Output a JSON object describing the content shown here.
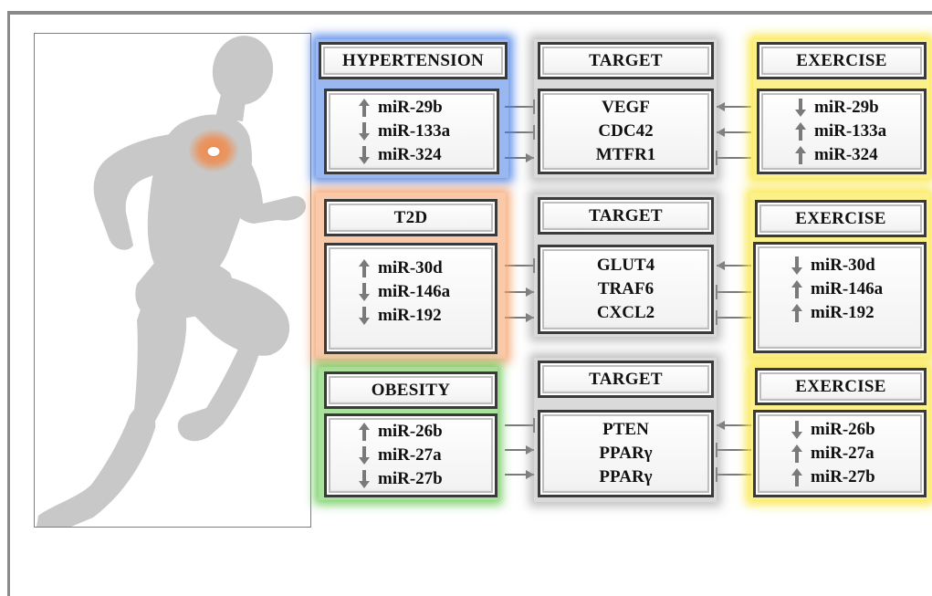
{
  "headers": {
    "hypertension": "HYPERTENSION",
    "t2d": "T2D",
    "obesity": "OBESITY",
    "target": "TARGET",
    "exercise": "EXERCISE"
  },
  "rows": [
    {
      "disease": [
        {
          "mir": "miR-29b",
          "dir": "up"
        },
        {
          "mir": "miR-133a",
          "dir": "down"
        },
        {
          "mir": "miR-324",
          "dir": "down"
        }
      ],
      "targets": [
        "VEGF",
        "CDC42",
        "MTFR1"
      ],
      "exercise": [
        {
          "mir": "miR-29b",
          "dir": "down"
        },
        {
          "mir": "miR-133a",
          "dir": "up"
        },
        {
          "mir": "miR-324",
          "dir": "up"
        }
      ],
      "left_links": [
        "inhibit",
        "inhibit",
        "activate"
      ],
      "right_links": [
        "activate",
        "activate",
        "inhibit"
      ]
    },
    {
      "disease": [
        {
          "mir": "miR-30d",
          "dir": "up"
        },
        {
          "mir": "miR-146a",
          "dir": "down"
        },
        {
          "mir": "miR-192",
          "dir": "down"
        }
      ],
      "targets": [
        "GLUT4",
        "TRAF6",
        "CXCL2"
      ],
      "exercise": [
        {
          "mir": "miR-30d",
          "dir": "down"
        },
        {
          "mir": "miR-146a",
          "dir": "up"
        },
        {
          "mir": "miR-192",
          "dir": "up"
        }
      ],
      "left_links": [
        "inhibit",
        "activate",
        "activate"
      ],
      "right_links": [
        "activate",
        "inhibit",
        "inhibit"
      ]
    },
    {
      "disease": [
        {
          "mir": "miR-26b",
          "dir": "up"
        },
        {
          "mir": "miR-27a",
          "dir": "down"
        },
        {
          "mir": "miR-27b",
          "dir": "down"
        }
      ],
      "targets": [
        "PTEN",
        "PPARγ",
        "PPARγ"
      ],
      "exercise": [
        {
          "mir": "miR-26b",
          "dir": "down"
        },
        {
          "mir": "miR-27a",
          "dir": "up"
        },
        {
          "mir": "miR-27b",
          "dir": "up"
        }
      ],
      "left_links": [
        "inhibit",
        "activate",
        "activate"
      ],
      "right_links": [
        "activate",
        "inhibit",
        "inhibit"
      ]
    }
  ],
  "colors": {
    "hypertension": "#467de6",
    "t2d": "#f49c64",
    "obesity": "#64c850",
    "exercise": "#fae63c",
    "target": "#969696",
    "arrow": "#7a7a7a",
    "silhouette": "#c8c8c8",
    "heart_glow": "#f08a4b"
  }
}
